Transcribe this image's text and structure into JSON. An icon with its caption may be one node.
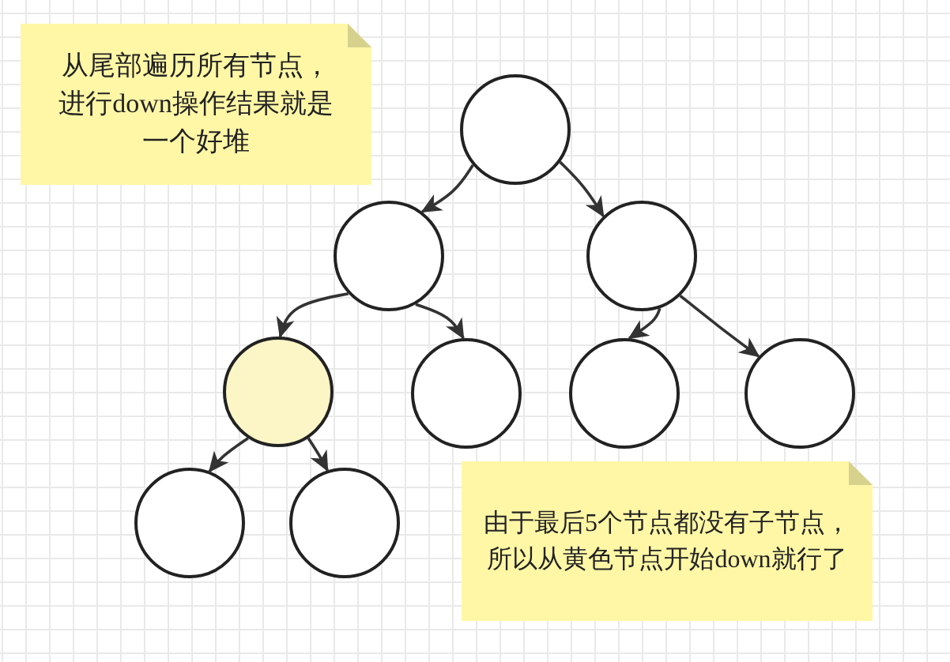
{
  "diagram": {
    "nodes": [
      {
        "text": [
          "从尾部遍历所有节点，进行down操作结果就是一个好堆"
        ]
      },
      {
        "text": [],
        "shape": "circle"
      },
      {
        "text": [],
        "shape": "circle"
      },
      {
        "text": [],
        "shape": "circle"
      },
      {
        "text": [],
        "shape": "circle"
      },
      {
        "text": [],
        "shape": "circle"
      },
      {
        "text": [],
        "shape": "circle"
      },
      {
        "text": [],
        "shape": "circle"
      },
      {
        "text": [],
        "shape": "circle"
      },
      {
        "text": [],
        "shape": "circle"
      },
      {
        "text": [
          "由于最后5个节点都没有子节点，所以从黄色节点开始down就行了"
        ]
      }
    ],
    "edges": [
      {
        "from": 1,
        "to": 2,
        "arrow": "to"
      },
      {
        "from": 1,
        "to": 3,
        "arrow": "to"
      },
      {
        "from": 2,
        "to": 4,
        "arrow": "to"
      },
      {
        "from": 2,
        "to": 5,
        "arrow": "to"
      },
      {
        "from": 3,
        "to": 6,
        "arrow": "to"
      },
      {
        "from": 3,
        "to": 7,
        "arrow": "to"
      },
      {
        "from": 4,
        "to": 8,
        "arrow": "to"
      },
      {
        "from": 4,
        "to": 9,
        "arrow": "to"
      }
    ]
  }
}
